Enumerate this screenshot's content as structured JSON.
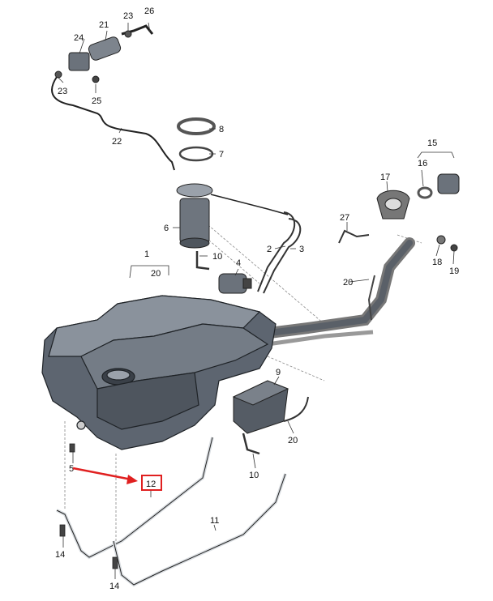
{
  "callouts": {
    "c1": "1",
    "c2": "2",
    "c3": "3",
    "c4": "4",
    "c5": "5",
    "c6": "6",
    "c7": "7",
    "c8": "8",
    "c9": "9",
    "c10a": "10",
    "c10b": "10",
    "c11": "11",
    "c12": "12",
    "c14a": "14",
    "c14b": "14",
    "c15": "15",
    "c16": "16",
    "c17": "17",
    "c18": "18",
    "c19": "19",
    "c20a": "20",
    "c20b": "20",
    "c20c": "20",
    "c21": "21",
    "c22": "22",
    "c23a": "23",
    "c23b": "23",
    "c24": "24",
    "c25": "25",
    "c26": "26",
    "c27": "27"
  },
  "highlight": {
    "callout": "12",
    "box_color": "#e02020",
    "arrow_color": "#e02020"
  },
  "colors": {
    "tank_fill": "#5d6570",
    "tank_dark": "#3a4048",
    "tank_light": "#8a929c",
    "line": "#222222"
  }
}
